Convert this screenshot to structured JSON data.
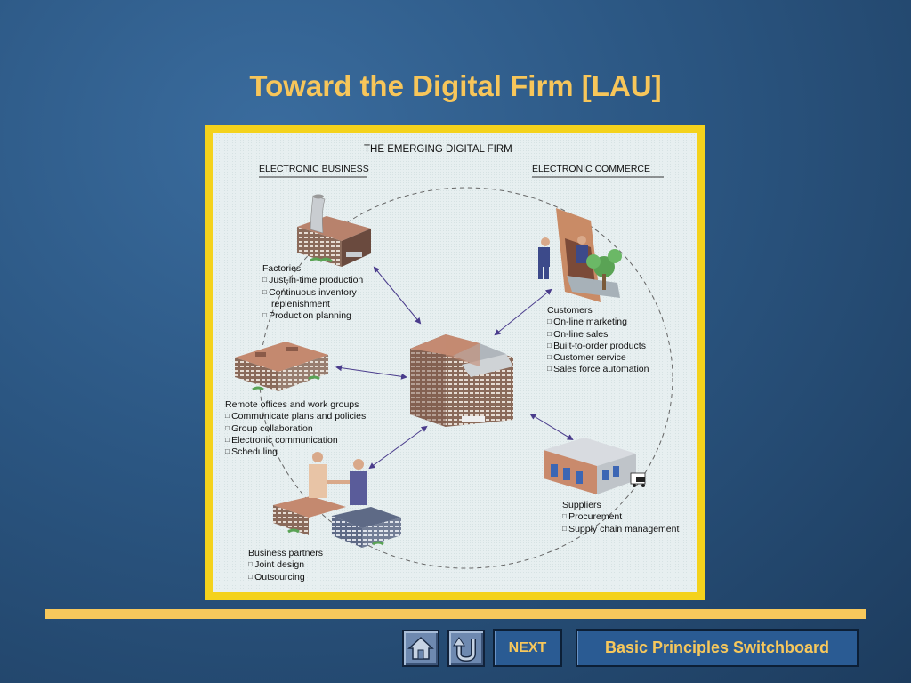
{
  "slide": {
    "title": "Toward the Digital Firm [LAU]"
  },
  "figure": {
    "heading": "THE EMERGING DIGITAL FIRM",
    "left_label": "ELECTRONIC BUSINESS",
    "right_label": "ELECTRONIC COMMERCE",
    "factories": {
      "title": "Factories",
      "items": [
        "Just-in-time production",
        "Continuous inventory",
        "Production planning"
      ],
      "continuation": "replenishment"
    },
    "customers": {
      "title": "Customers",
      "items": [
        "On-line marketing",
        "On-line sales",
        "Built-to-order products",
        "Customer service",
        "Sales force automation"
      ]
    },
    "remote_offices": {
      "title": "Remote offices and work groups",
      "items": [
        "Communicate plans and policies",
        "Group collaboration",
        "Electronic communication",
        "Scheduling"
      ]
    },
    "suppliers": {
      "title": "Suppliers",
      "items": [
        "Procurement",
        "Supply chain management"
      ]
    },
    "partners": {
      "title": "Business partners",
      "items": [
        "Joint design",
        "Outsourcing"
      ]
    }
  },
  "nav": {
    "home_icon": "home-icon",
    "return_icon": "return-icon",
    "next_label": "NEXT",
    "switchboard_label": "Basic Principles Switchboard"
  },
  "colors": {
    "title": "#f7c65a",
    "frame": "#f4d21c",
    "button": "#2a5b93",
    "button_text": "#f7c85c"
  }
}
